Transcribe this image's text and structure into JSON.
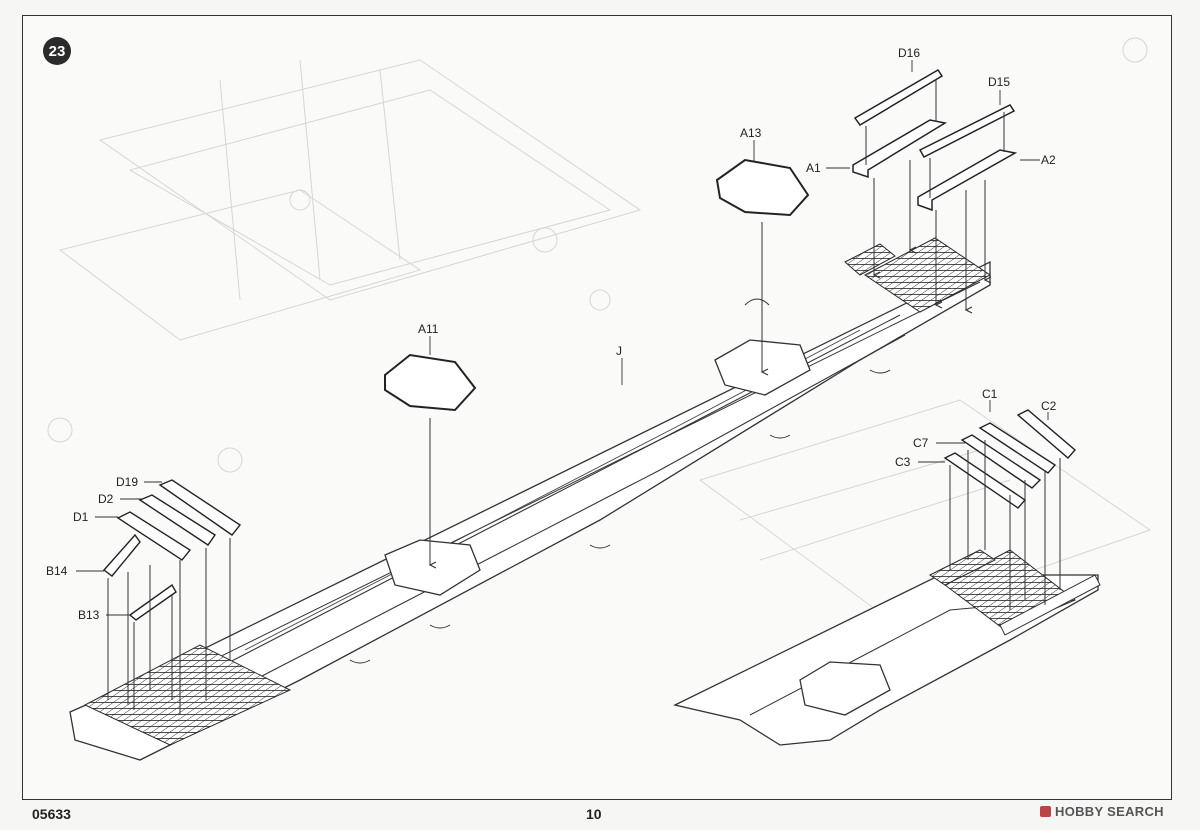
{
  "step_number": "23",
  "catalog_number": "05633",
  "page_number": "10",
  "watermark": "HOBBY SEARCH",
  "parts": {
    "D16": "D16",
    "D15": "D15",
    "A1": "A1",
    "A2": "A2",
    "A13": "A13",
    "A11": "A11",
    "J": "J",
    "C1": "C1",
    "C2": "C2",
    "C7": "C7",
    "C3": "C3",
    "D19": "D19",
    "D2": "D2",
    "D1": "D1",
    "B14": "B14",
    "B13": "B13"
  },
  "colors": {
    "line": "#333333",
    "faint": "#c9c9c9",
    "grid": "#2a2a2a"
  }
}
